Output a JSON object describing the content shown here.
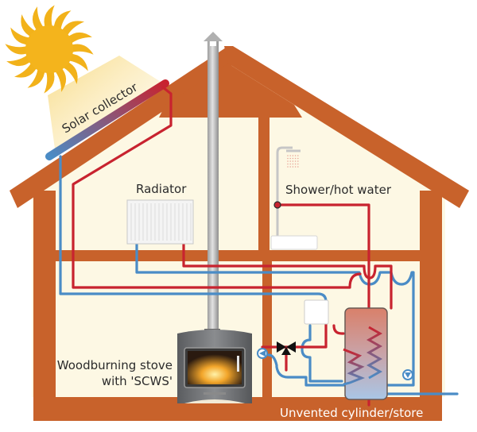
{
  "diagram": {
    "title": "Solar and woodburning stove heating system",
    "labels": {
      "solar_collector": "Solar collector",
      "radiator": "Radiator",
      "shower": "Shower/hot water",
      "stove_line1": "Woodburning stove",
      "stove_line2": "with 'SCWS'",
      "cylinder": "Unvented cylinder/store"
    },
    "components": [
      {
        "id": "sun",
        "icon": "sun-icon"
      },
      {
        "id": "solar-collector",
        "icon": "solar-panel"
      },
      {
        "id": "chimney",
        "icon": "flue-pipe"
      },
      {
        "id": "radiator",
        "icon": "radiator-icon"
      },
      {
        "id": "shower",
        "icon": "shower-icon"
      },
      {
        "id": "bath",
        "icon": "bath-icon"
      },
      {
        "id": "stove",
        "icon": "stove-icon"
      },
      {
        "id": "control-box",
        "icon": "control-unit"
      },
      {
        "id": "three-way-valve",
        "icon": "valve-icon"
      },
      {
        "id": "pump-stove",
        "icon": "pump-icon"
      },
      {
        "id": "pump-cylinder",
        "icon": "pump-icon"
      },
      {
        "id": "cylinder",
        "icon": "hot-water-cylinder"
      }
    ],
    "colors": {
      "frame": "#c8622b",
      "wall": "#fdf8e4",
      "hot_pipe": "#c8232f",
      "cold_pipe": "#4a8cc6",
      "sun": "#f2b21a",
      "flue": "#b5b5b5",
      "stove": "#6b6d70",
      "text": "#2b2b2b"
    }
  }
}
